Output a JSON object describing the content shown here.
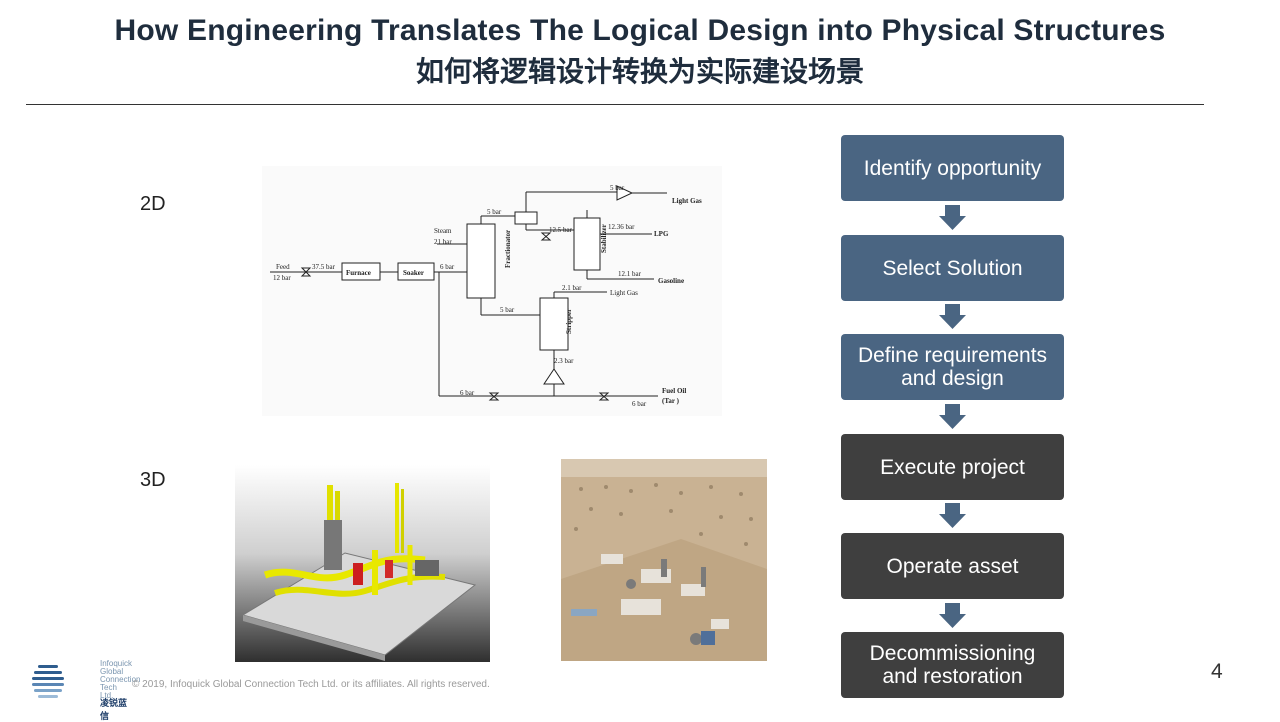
{
  "header": {
    "title_en": "How Engineering Translates The Logical Design into Physical Structures",
    "title_cn": "如何将逻辑设计转换为实际建设场景"
  },
  "labels": {
    "two_d": "2D",
    "three_d": "3D"
  },
  "diagram": {
    "feed": "Feed",
    "feed_pressure": "12 bar",
    "p375": "37.5 bar",
    "furnace": "Furnace",
    "soaker": "Soaker",
    "p6": "6 bar",
    "steam": "Steam",
    "steam_pressure": "21 bar",
    "p5_top": "5 bar",
    "fractionator": "Fractionator",
    "p125": "12.5 bar",
    "stabilizer": "Stabilizer",
    "p5_lg": "5 bar",
    "light_gas": "Light Gas",
    "p1236": "12.36 bar",
    "lpg": "LPG",
    "p121": "12.1 bar",
    "gasoline": "Gasoline",
    "p21": "2.1 bar",
    "light_gas_2": "Light Gas",
    "p5_mid": "5 bar",
    "stripper": "Stripper",
    "p23": "2.3 bar",
    "p6_bottom": "6 bar",
    "p6_out": "6 bar",
    "fuel_oil": "Fuel Oil",
    "tar": "(Tar )"
  },
  "steps": [
    {
      "label_1": "Identify opportunity",
      "label_2": ""
    },
    {
      "label_1": "Select Solution",
      "label_2": ""
    },
    {
      "label_1": "Define requirements",
      "label_2": "and design"
    },
    {
      "label_1": "Execute project",
      "label_2": ""
    },
    {
      "label_1": "Operate asset",
      "label_2": ""
    },
    {
      "label_1": "Decommissioning",
      "label_2": "and restoration"
    }
  ],
  "colors": {
    "step_blue": "#4a6582",
    "step_dark": "#3f3f3f",
    "arrow": "#4a6582",
    "title": "#1f2d3d"
  },
  "footer": {
    "copyright": "© 2019, Infoquick Global Connection Tech Ltd. or its affiliates. All rights reserved.",
    "page_number": "4"
  },
  "logo": {
    "line1": "Infoquick",
    "line2": "Global",
    "line3": "Connection",
    "line4": "Tech Ltd.",
    "cn": "凌锐蓝信"
  }
}
